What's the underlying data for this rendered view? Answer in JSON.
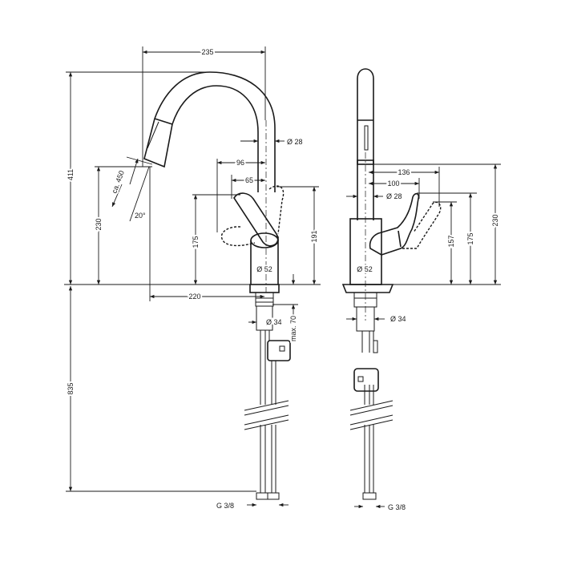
{
  "side_view": {
    "reach_width": "235",
    "total_height": "411",
    "pullout_length": "ca. 450",
    "spout_outlet_height": "230",
    "pullout_angle": "20°",
    "spout_diameter": "Ø 28",
    "lever_reach_open": "96",
    "lever_reach_closed": "65",
    "lever_height": "175",
    "lever_top_height": "191",
    "body_diameter": "Ø 52",
    "spout_projection": "220",
    "thread_diameter": "Ø 34",
    "max_deck_thickness": "max. 70",
    "hose_length": "835",
    "connection": "G 3/8"
  },
  "front_view": {
    "lever_reach_max": "136",
    "lever_reach": "100",
    "spout_diameter": "Ø 28",
    "lever_tip_height": "157",
    "lever_height": "175",
    "outlet_height": "230",
    "body_diameter": "Ø 52",
    "thread_diameter": "Ø 34",
    "connection": "G 3/8"
  }
}
